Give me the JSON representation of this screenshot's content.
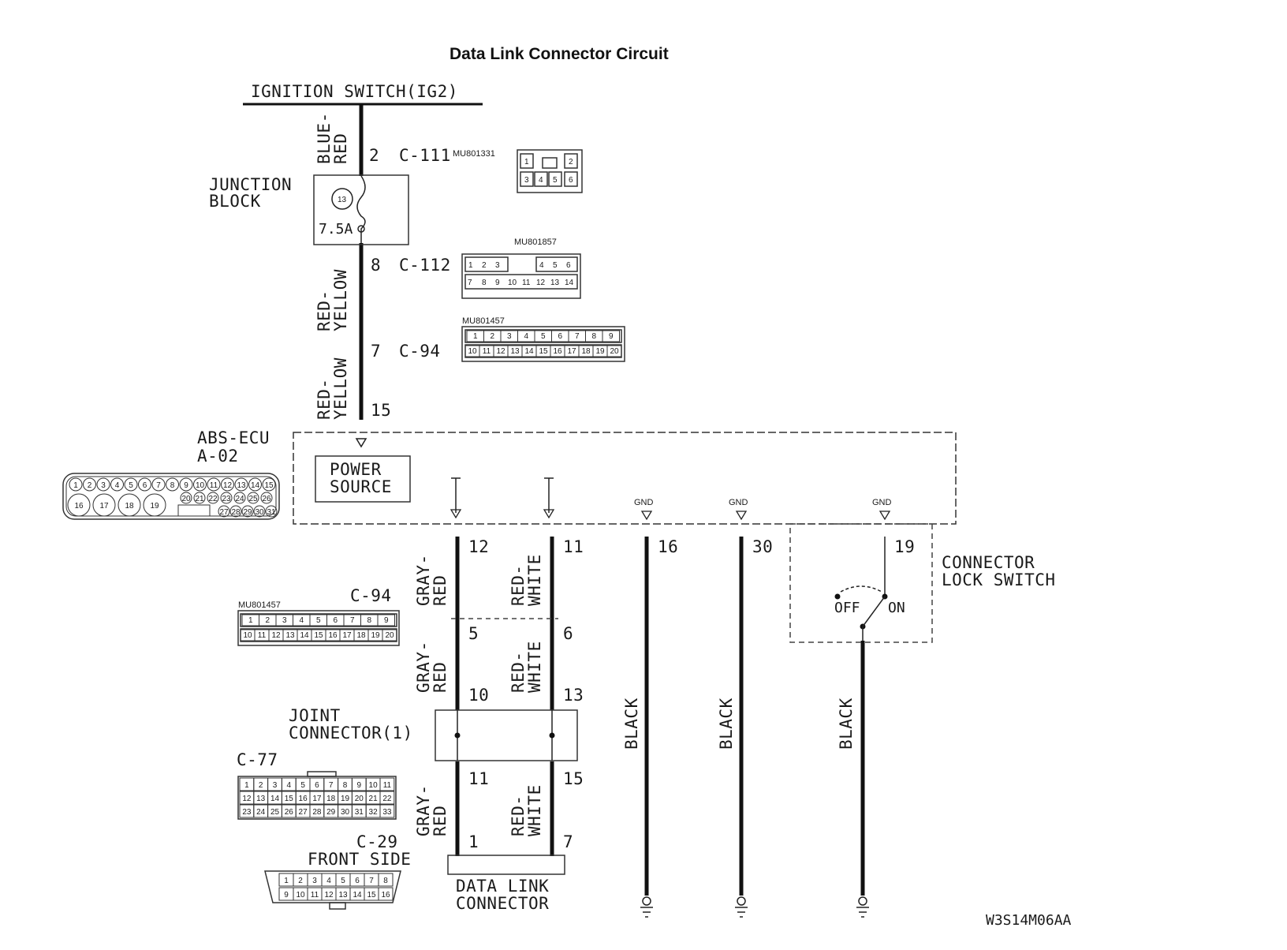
{
  "title": "Data Link Connector Circuit",
  "ignition": {
    "label": "IGNITION SWITCH(IG2)"
  },
  "wire_top": {
    "color_line1": "BLUE-",
    "color_line2": "RED",
    "pin": "2",
    "connector": "C-111",
    "part_no": "MU801331",
    "pins": [
      "1",
      "2",
      "3",
      "4",
      "5",
      "6"
    ]
  },
  "junction_block": {
    "line1": "JUNCTION",
    "line2": "BLOCK",
    "fuse_no": "13",
    "fuse_rating": "7.5A"
  },
  "c112": {
    "pin": "8",
    "connector": "C-112",
    "part_no": "MU801857",
    "pins_top": [
      "1",
      "2",
      "3",
      "4",
      "5",
      "6"
    ],
    "pins_bottom": [
      "7",
      "8",
      "9",
      "10",
      "11",
      "12",
      "13",
      "14"
    ],
    "wire_l1": "RED-",
    "wire_l2": "YELLOW"
  },
  "c94_top": {
    "pin": "7",
    "connector": "C-94",
    "part_no": "MU801457",
    "pins_top": [
      "1",
      "2",
      "3",
      "4",
      "5",
      "6",
      "7",
      "8",
      "9"
    ],
    "pins_bottom": [
      "10",
      "11",
      "12",
      "13",
      "14",
      "15",
      "16",
      "17",
      "18",
      "19",
      "20"
    ],
    "wire_l1": "RED-",
    "wire_l2": "YELLOW",
    "ecu_pin": "15"
  },
  "abs_ecu": {
    "line1": "ABS-ECU",
    "line2": "A-02",
    "power_source_l1": "POWER",
    "power_source_l2": "SOURCE",
    "pins_top": [
      "1",
      "2",
      "3",
      "4",
      "5",
      "6",
      "7",
      "8",
      "9",
      "10",
      "11",
      "12",
      "13",
      "14",
      "15"
    ],
    "pins_big": [
      "16",
      "17",
      "18",
      "19"
    ],
    "pins_mid": [
      "20",
      "21",
      "22",
      "23",
      "24",
      "25",
      "26"
    ],
    "pins_bottom": [
      "27",
      "28",
      "29",
      "30",
      "31"
    ],
    "gnd_label": "GND"
  },
  "lines": [
    {
      "pin": "12",
      "color_l1": "GRAY-",
      "color_l2": "RED"
    },
    {
      "pin": "11",
      "color_l1": "RED-",
      "color_l2": "WHITE"
    },
    {
      "pin": "16",
      "color": "BLACK"
    },
    {
      "pin": "30",
      "color": "BLACK"
    },
    {
      "pin": "19",
      "color": "BLACK"
    }
  ],
  "connector_lock_switch": {
    "line1": "CONNECTOR",
    "line2": "LOCK SWITCH",
    "off": "OFF",
    "on": "ON"
  },
  "c94_bottom": {
    "connector": "C-94",
    "part_no": "MU801457",
    "pin_a": "5",
    "pin_b": "6",
    "pins_top": [
      "1",
      "2",
      "3",
      "4",
      "5",
      "6",
      "7",
      "8",
      "9"
    ],
    "pins_bottom": [
      "10",
      "11",
      "12",
      "13",
      "14",
      "15",
      "16",
      "17",
      "18",
      "19",
      "20"
    ]
  },
  "seg2": {
    "color_a_l1": "GRAY-",
    "color_a_l2": "RED",
    "color_b_l1": "RED-",
    "color_b_l2": "WHITE",
    "pin_a": "10",
    "pin_b": "13"
  },
  "joint_connector": {
    "line1": "JOINT",
    "line2": "CONNECTOR(1)"
  },
  "c77": {
    "connector": "C-77",
    "row1": [
      "1",
      "2",
      "3",
      "4",
      "5",
      "6",
      "7",
      "8",
      "9",
      "10",
      "11"
    ],
    "row2": [
      "12",
      "13",
      "14",
      "15",
      "16",
      "17",
      "18",
      "19",
      "20",
      "21",
      "22"
    ],
    "row3": [
      "23",
      "24",
      "25",
      "26",
      "27",
      "28",
      "29",
      "30",
      "31",
      "32",
      "33"
    ]
  },
  "seg3": {
    "color_a_l1": "GRAY-",
    "color_a_l2": "RED",
    "color_b_l1": "RED-",
    "color_b_l2": "WHITE",
    "pin_a": "11",
    "pin_b": "15"
  },
  "c29": {
    "connector": "C-29",
    "front_side": "FRONT SIDE",
    "pin_a": "1",
    "pin_b": "7",
    "row1": [
      "1",
      "2",
      "3",
      "4",
      "5",
      "6",
      "7",
      "8"
    ],
    "row2": [
      "9",
      "10",
      "11",
      "12",
      "13",
      "14",
      "15",
      "16"
    ]
  },
  "data_link": {
    "line1": "DATA LINK",
    "line2": "CONNECTOR"
  },
  "figure_code": "W3S14M06AA"
}
